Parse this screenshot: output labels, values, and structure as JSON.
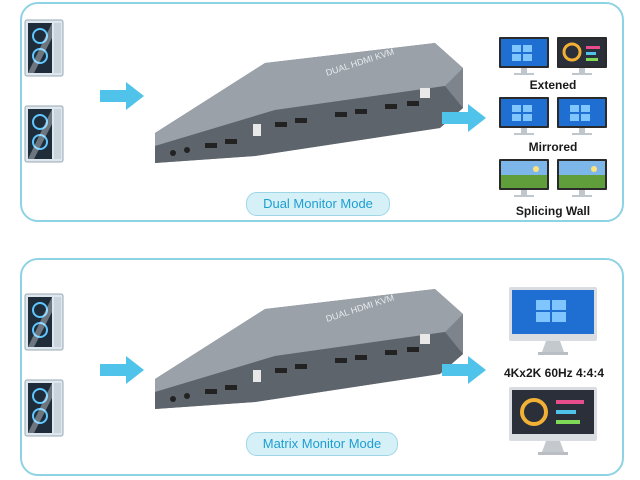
{
  "top_panel": {
    "device_text": "DUAL HDMI KVM",
    "mode_label": "Dual Monitor Mode",
    "modes": [
      {
        "label": "Extened"
      },
      {
        "label": "Mirrored"
      },
      {
        "label": "Splicing Wall"
      }
    ]
  },
  "bottom_panel": {
    "device_text": "DUAL HDMI KVM",
    "mode_label": "Matrix Monitor Mode",
    "resolution_label": "4Kx2K 60Hz 4:4:4"
  },
  "colors": {
    "panel_border": "#8ed3e4",
    "arrow": "#4fc3ea",
    "pill_text": "#1d9ed1",
    "device_body": "#7d848c"
  },
  "icons": [
    "computer-tower-icon",
    "arrow-right-icon",
    "monitor-icon"
  ]
}
